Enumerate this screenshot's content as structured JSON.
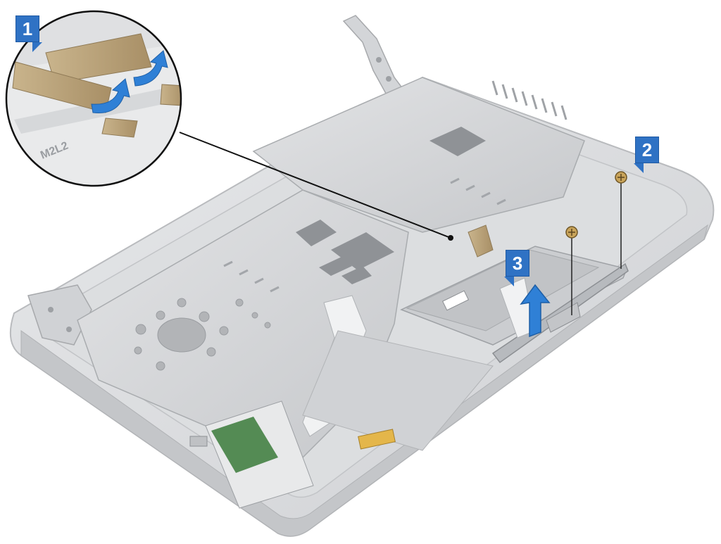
{
  "steps": [
    {
      "label": "1"
    },
    {
      "label": "2"
    },
    {
      "label": "3"
    }
  ],
  "colors": {
    "badge": "#2f72c4",
    "arrow": "#2f80d6",
    "chassis": "#d7d9dc",
    "plate": "#c9cbce",
    "tape": "#b8a27c",
    "board": "#3a7a3a"
  },
  "labels": {
    "inset_stamp": "M2L2"
  }
}
